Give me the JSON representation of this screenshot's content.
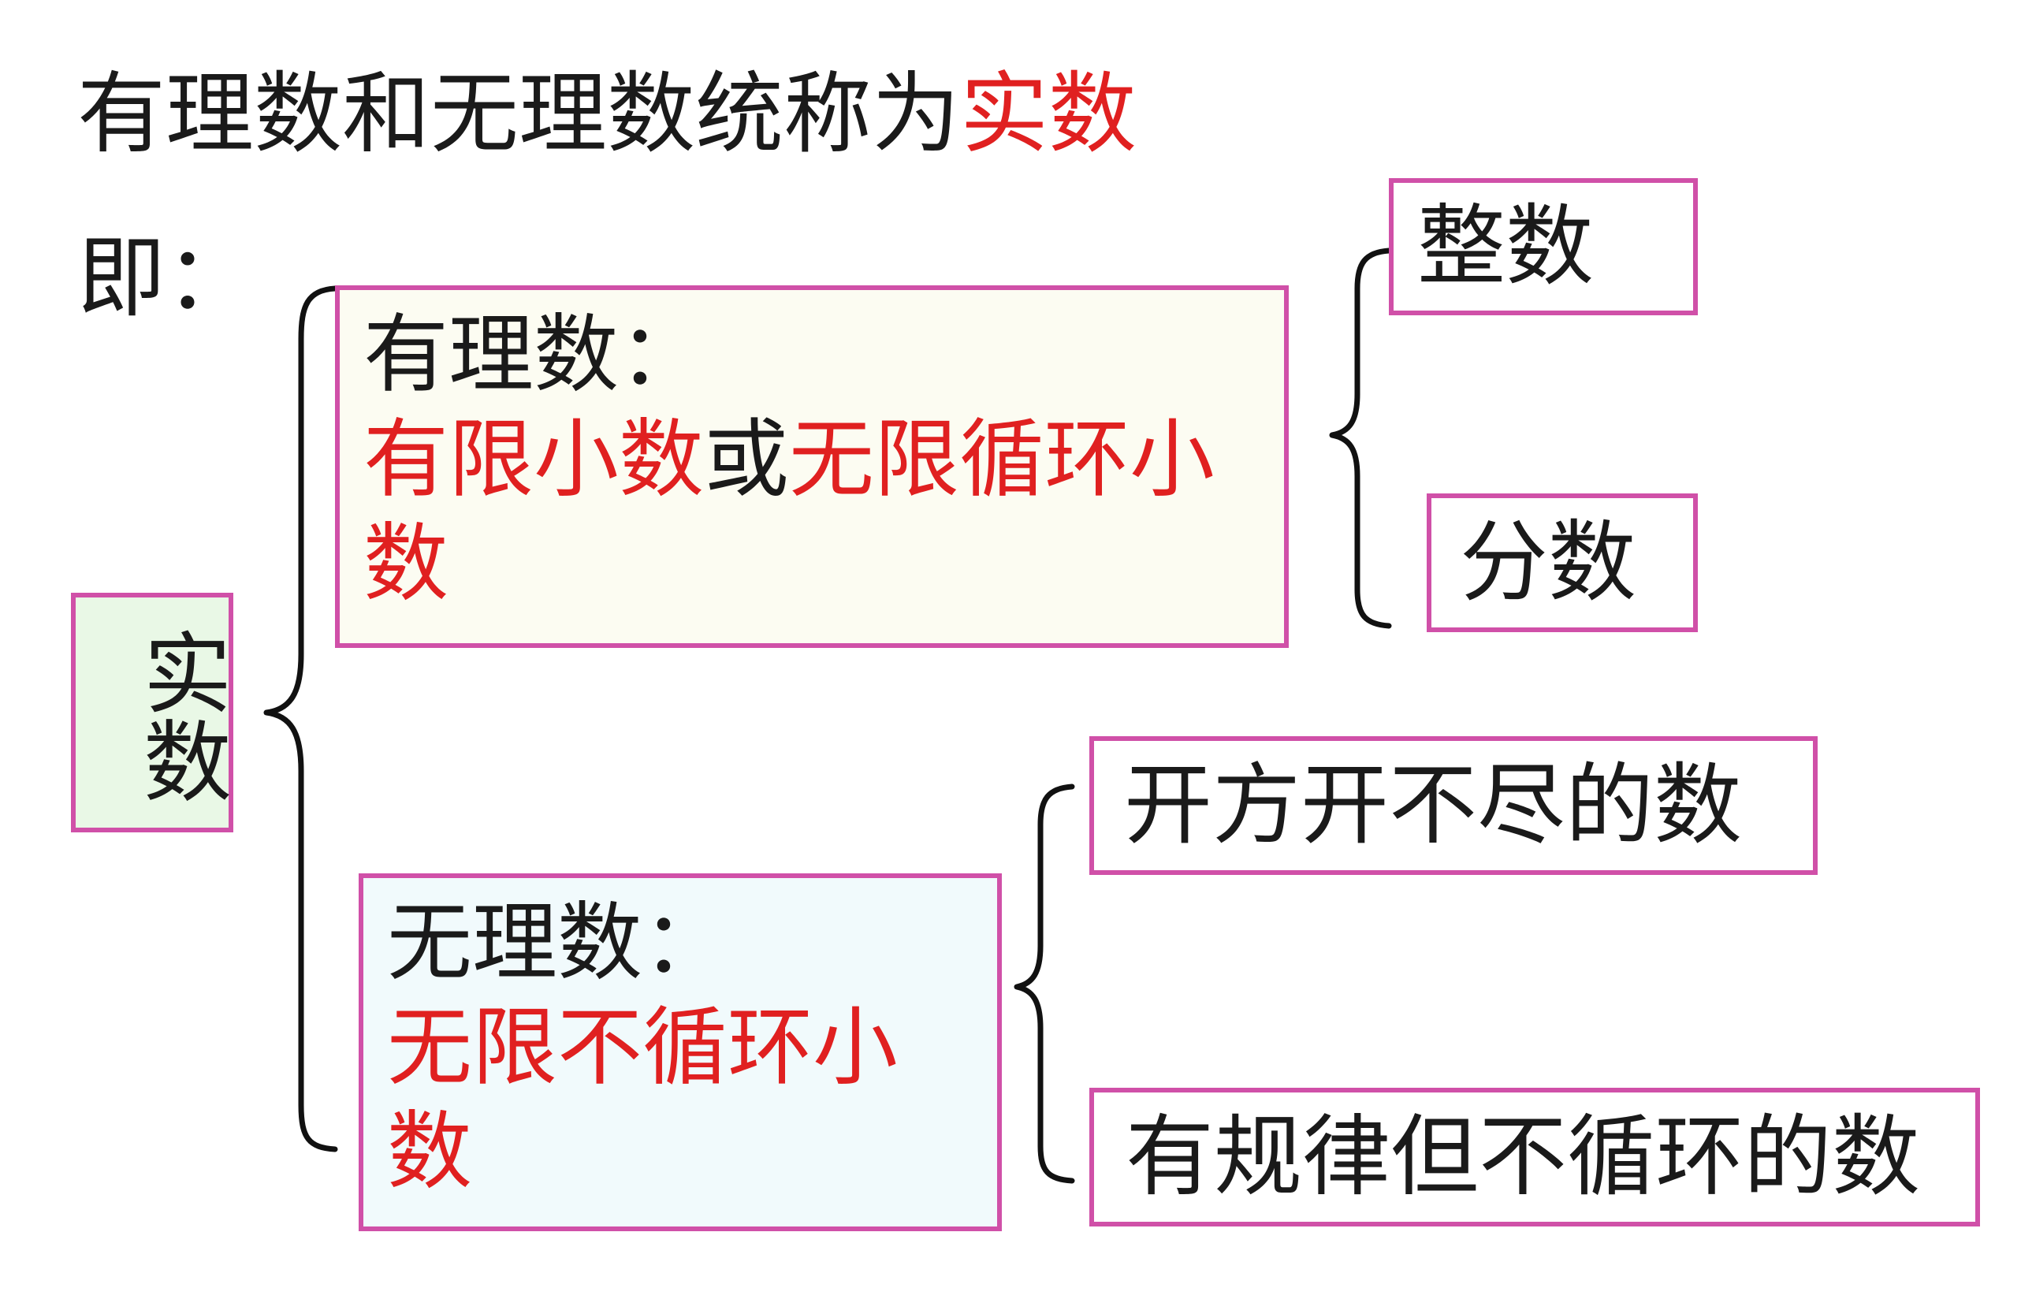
{
  "title": {
    "prefix": "有理数和无理数统称为",
    "highlight": "实数"
  },
  "intro_label": "即：",
  "root_node": {
    "label": "实数"
  },
  "rational": {
    "heading": "有理数：",
    "desc_part1": "有限小数",
    "desc_connector": "或",
    "desc_part2": "无限循环小数",
    "children": [
      "整数",
      "分数"
    ]
  },
  "irrational": {
    "heading": "无理数：",
    "desc": "无限不循环小数",
    "children": [
      "开方开不尽的数",
      "有规律但不循环的数"
    ]
  },
  "colors": {
    "highlight": "#e02020",
    "box_border": "#d050a8",
    "root_fill": "#e9f8e6",
    "rational_fill": "#fcfcf2",
    "irrational_fill": "#f1fafc"
  }
}
